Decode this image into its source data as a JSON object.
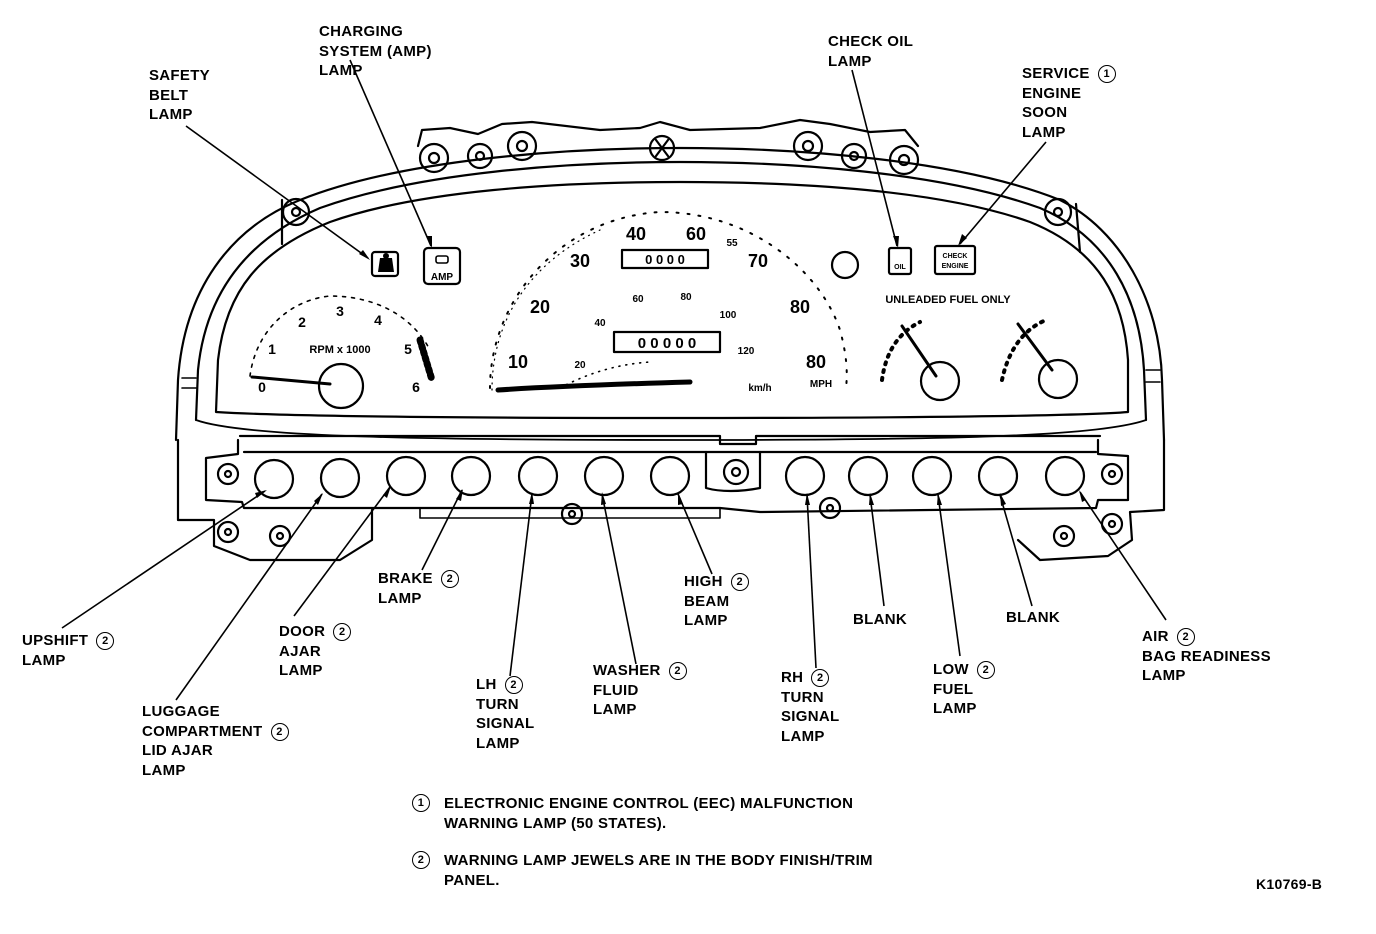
{
  "callouts": {
    "safety_belt": [
      "SAFETY",
      "BELT",
      "LAMP"
    ],
    "charging": [
      "CHARGING",
      "SYSTEM (AMP)",
      "LAMP"
    ],
    "check_oil": [
      "CHECK OIL",
      "LAMP"
    ],
    "service_engine": [
      "SERVICE",
      "ENGINE",
      "SOON",
      "LAMP"
    ],
    "upshift": [
      "UPSHIFT",
      "LAMP"
    ],
    "luggage": [
      "LUGGAGE",
      "COMPARTMENT",
      "LID AJAR",
      "LAMP"
    ],
    "door_ajar": [
      "DOOR",
      "AJAR",
      "LAMP"
    ],
    "brake": [
      "BRAKE",
      "LAMP"
    ],
    "lh_turn": [
      "LH",
      "TURN",
      "SIGNAL",
      "LAMP"
    ],
    "washer": [
      "WASHER",
      "FLUID",
      "LAMP"
    ],
    "high_beam": [
      "HIGH",
      "BEAM",
      "LAMP"
    ],
    "rh_turn": [
      "RH",
      "TURN",
      "SIGNAL",
      "LAMP"
    ],
    "blank_1": [
      "BLANK"
    ],
    "low_fuel": [
      "LOW",
      "FUEL",
      "LAMP"
    ],
    "blank_2": [
      "BLANK"
    ],
    "air_bag": [
      "AIR",
      "BAG READINESS",
      "LAMP"
    ]
  },
  "marks": {
    "one": "1",
    "two": "2"
  },
  "notes": [
    {
      "mark": "1",
      "lines": [
        "ELECTRONIC ENGINE CONTROL (EEC) MALFUNCTION",
        "WARNING LAMP (50 STATES)."
      ]
    },
    {
      "mark": "2",
      "lines": [
        "WARNING LAMP JEWELS ARE IN THE BODY FINISH/TRIM",
        "PANEL."
      ]
    }
  ],
  "figure_id": "K10769-B",
  "cluster": {
    "tach_label": "RPM x 1000",
    "tach_numbers": [
      "0",
      "1",
      "2",
      "3",
      "4",
      "5",
      "6"
    ],
    "mph_numbers": [
      "10",
      "20",
      "30",
      "40",
      "60",
      "70",
      "80"
    ],
    "mph_extra": "55",
    "kmh_numbers": [
      "20",
      "40",
      "60",
      "80",
      "100",
      "120"
    ],
    "trip_odometer": "0000",
    "odometer": "00000",
    "kmh_unit": "km/h",
    "mph_unit": "MPH",
    "fuel_notice": "UNLEADED FUEL ONLY",
    "amp_text": "AMP",
    "oil_text": "OIL",
    "check_engine_lines": [
      "CHECK",
      "ENGINE"
    ]
  }
}
